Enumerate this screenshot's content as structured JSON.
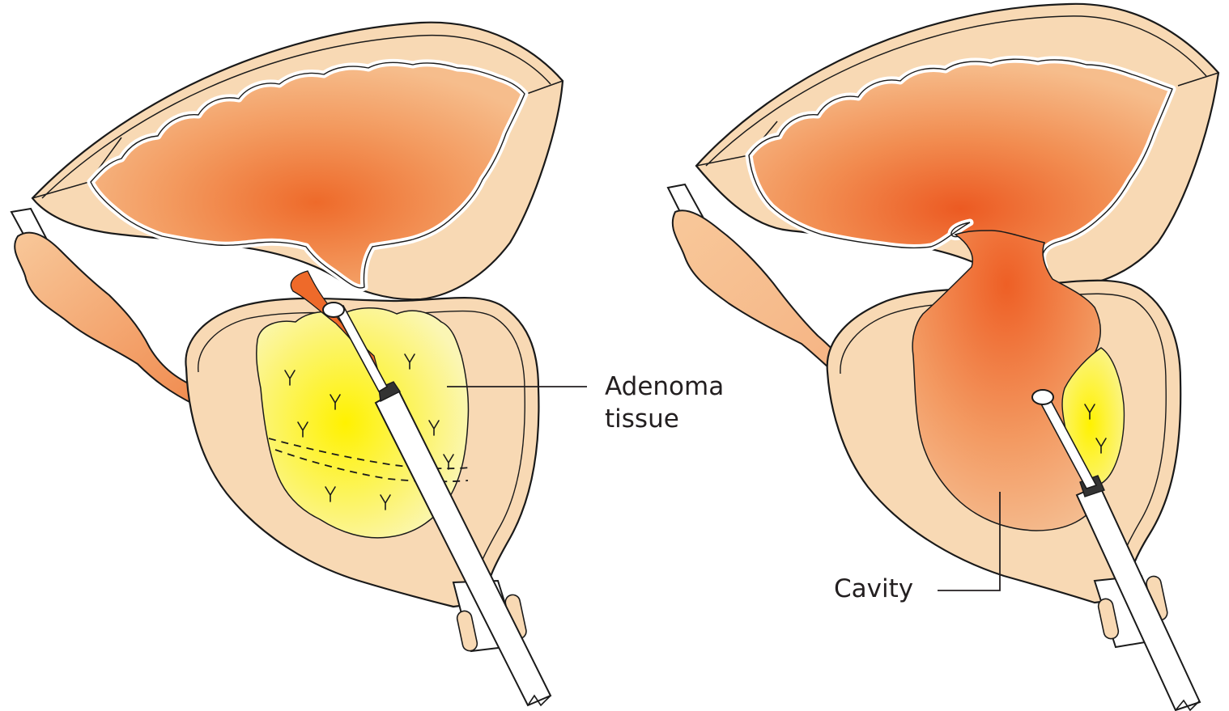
{
  "labels": {
    "adenoma": [
      "Adenoma",
      "tissue"
    ],
    "cavity": "Cavity"
  },
  "colors": {
    "outline": "#1a1a1a",
    "wall_fill": "#f8d9b4",
    "lumen_edge": "#f4ae78",
    "lumen_core": "#ee6a2a",
    "adenoma_core": "#fff200",
    "adenoma_edge": "#fbf6b4",
    "instrument": "#ffffff",
    "label_text": "#231f20"
  }
}
